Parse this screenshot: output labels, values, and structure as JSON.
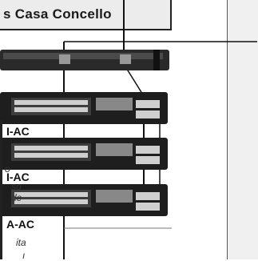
{
  "title": "s Casa Concello",
  "labels": {
    "sw1": "I-AC",
    "sw2": "I-AC",
    "sw3": "A-AC"
  },
  "notes": {
    "n1": "o",
    "n2": "so",
    "n3": "de",
    "n4": "ita",
    "n5": "ı"
  },
  "colors": {
    "rack_dark": "#1e1e1e",
    "rack_mid": "#4a4a4a",
    "port": "#cfcfcf",
    "line": "#111111"
  }
}
